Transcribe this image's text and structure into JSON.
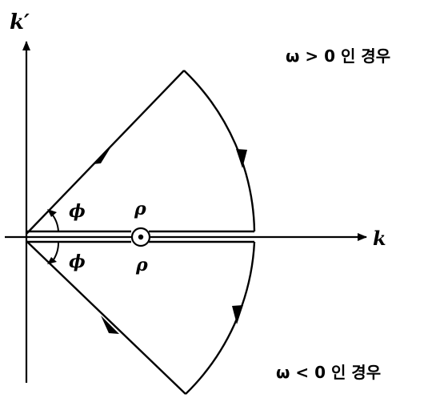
{
  "axes": {
    "vertical_label": "k′",
    "horizontal_label": "k"
  },
  "regions": {
    "upper_caption": "ω > 0 인 경우",
    "lower_caption": "ω < 0 인 경우"
  },
  "angles": {
    "upper": "ϕ",
    "lower": "ϕ"
  },
  "pole": {
    "upper_label": "ρ",
    "lower_label": "ρ"
  },
  "colors": {
    "ink": "#000000",
    "background": "#ffffff"
  }
}
